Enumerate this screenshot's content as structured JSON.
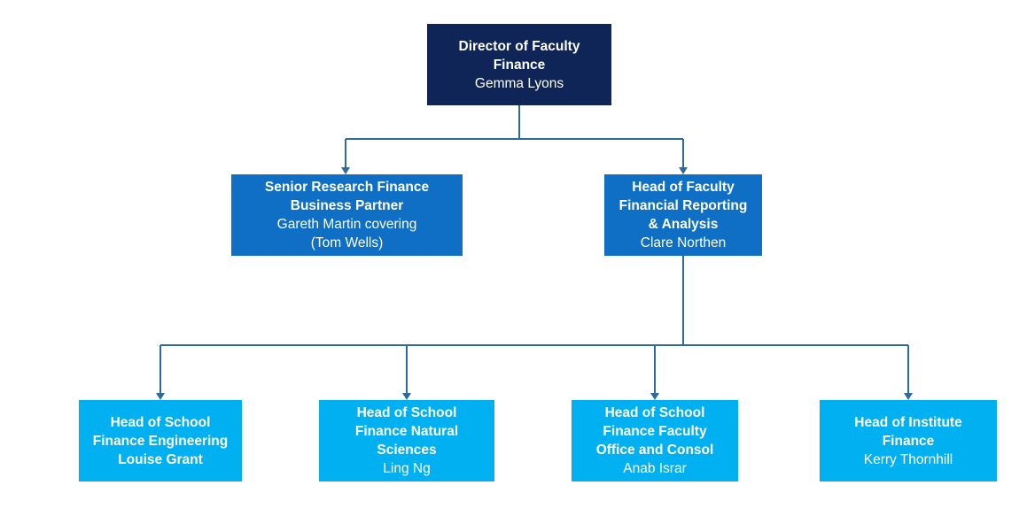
{
  "org_chart": {
    "director": {
      "title": "Director of Faculty\nFinance",
      "person": "Gemma Lyons"
    },
    "research_partner": {
      "title": "Senior Research Finance\nBusiness Partner",
      "person": "Gareth Martin covering\n(Tom Wells)"
    },
    "reporting_head": {
      "title": "Head of Faculty\nFinancial Reporting\n& Analysis",
      "person": "Clare Northen"
    },
    "engineering_head": {
      "title": "Head of School\nFinance Engineering",
      "person": "Louise Grant"
    },
    "natural_sciences_head": {
      "title": "Head of School\nFinance Natural\nSciences",
      "person": "Ling Ng"
    },
    "faculty_office_head": {
      "title": "Head of School\nFinance Faculty\nOffice and Consol",
      "person": "Anab Israr"
    },
    "institute_head": {
      "title": "Head of Institute\nFinance",
      "person": "Kerry Thornhill"
    }
  },
  "colors": {
    "level1": "#0f2457",
    "level2": "#0f6fc4",
    "level3": "#00b0f0",
    "connector": "#2e6a9e"
  }
}
